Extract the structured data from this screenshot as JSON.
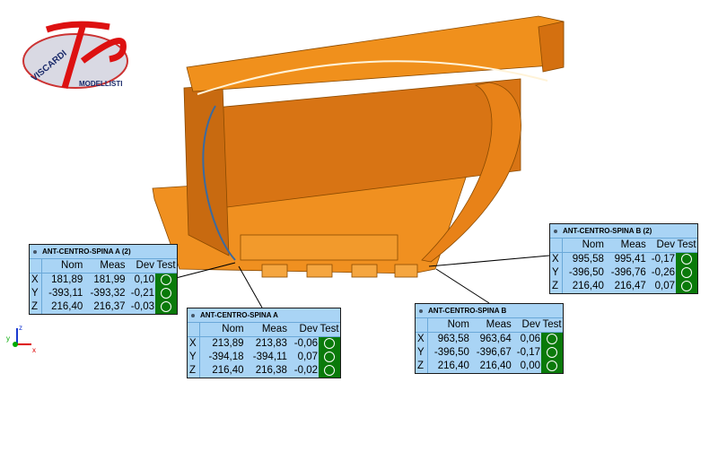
{
  "logo": {
    "top_text": "VISCARDI",
    "bottom_text": "MODELLISTI",
    "monogram": "VS"
  },
  "axes": {
    "x": "x",
    "y": "y",
    "z": "z"
  },
  "columns": {
    "axis": "",
    "nom": "Nom",
    "meas": "Meas",
    "dev": "Dev",
    "test": "Test"
  },
  "tables": [
    {
      "title": "ANT-CENTRO-SPINA A (2)",
      "rows": [
        {
          "axis": "X",
          "nom": "181,89",
          "meas": "181,99",
          "dev": "0,10",
          "test": "pass"
        },
        {
          "axis": "Y",
          "nom": "-393,11",
          "meas": "-393,32",
          "dev": "-0,21",
          "test": "pass"
        },
        {
          "axis": "Z",
          "nom": "216,40",
          "meas": "216,37",
          "dev": "-0,03",
          "test": "pass"
        }
      ]
    },
    {
      "title": "ANT-CENTRO-SPINA A",
      "rows": [
        {
          "axis": "X",
          "nom": "213,89",
          "meas": "213,83",
          "dev": "-0,06",
          "test": "pass"
        },
        {
          "axis": "Y",
          "nom": "-394,18",
          "meas": "-394,11",
          "dev": "0,07",
          "test": "pass"
        },
        {
          "axis": "Z",
          "nom": "216,40",
          "meas": "216,38",
          "dev": "-0,02",
          "test": "pass"
        }
      ]
    },
    {
      "title": "ANT-CENTRO-SPINA B (2)",
      "rows": [
        {
          "axis": "X",
          "nom": "995,58",
          "meas": "995,41",
          "dev": "-0,17",
          "test": "pass"
        },
        {
          "axis": "Y",
          "nom": "-396,50",
          "meas": "-396,76",
          "dev": "-0,26",
          "test": "pass"
        },
        {
          "axis": "Z",
          "nom": "216,40",
          "meas": "216,47",
          "dev": "0,07",
          "test": "pass"
        }
      ]
    },
    {
      "title": "ANT-CENTRO-SPINA B",
      "rows": [
        {
          "axis": "X",
          "nom": "963,58",
          "meas": "963,64",
          "dev": "0,06",
          "test": "pass"
        },
        {
          "axis": "Y",
          "nom": "-396,50",
          "meas": "-396,67",
          "dev": "-0,17",
          "test": "pass"
        },
        {
          "axis": "Z",
          "nom": "216,40",
          "meas": "216,40",
          "dev": "0,00",
          "test": "pass"
        }
      ]
    }
  ],
  "colors": {
    "model": "#e07b10",
    "table_bg": "#a9d4f5",
    "pass": "#0a7a0a"
  }
}
